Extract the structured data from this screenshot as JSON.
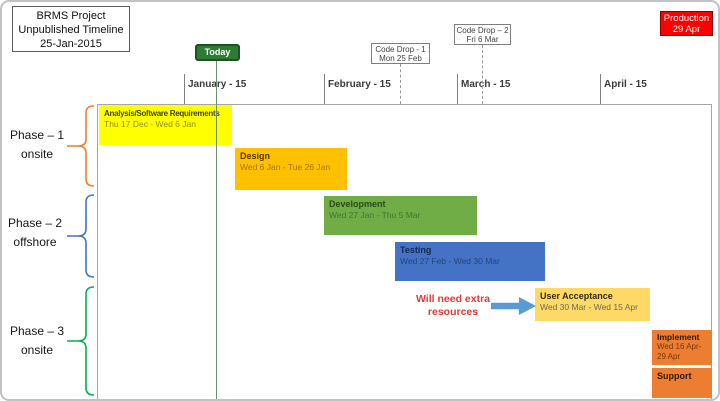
{
  "title_box": {
    "lines": [
      "BRMS Project",
      "Unpublished Timeline",
      "25-Jan-2015"
    ]
  },
  "production_flag": {
    "label": "Production",
    "date": "29 Apr",
    "color": "#FF0000"
  },
  "today_marker": {
    "label": "Today",
    "color": "#2E7B34"
  },
  "code_drops": [
    {
      "label": "Code Drop - 1",
      "date": "Mon 25 Feb"
    },
    {
      "label": "Code Drop – 2",
      "date": "Fri 6 Mar"
    }
  ],
  "axis": {
    "months": [
      "January - 15",
      "February - 15",
      "March - 15",
      "April - 15"
    ]
  },
  "phases": [
    {
      "name": "Phase – 1",
      "location": "onsite",
      "color": "#ED7D31"
    },
    {
      "name": "Phase – 2",
      "location": "offshore",
      "color": "#4472C4"
    },
    {
      "name": "Phase – 3",
      "location": "onsite",
      "color": "#00B050"
    }
  ],
  "tasks": [
    {
      "name": "Analysis/Software Requirements",
      "dates": "Thu 17 Dec - Wed 6 Jan",
      "color": "#FFFF00"
    },
    {
      "name": "Design",
      "dates": "Wed 6 Jan - Tue 26 Jan",
      "color": "#FFC000"
    },
    {
      "name": "Development",
      "dates": "Wed 27 Jan - Thu 5 Mar",
      "color": "#70AD47"
    },
    {
      "name": "Testing",
      "dates": "Wed 27 Feb - Wed 30 Mar",
      "color": "#4472C4"
    },
    {
      "name": "User Acceptance",
      "dates": "Wed 30 Mar - Wed 15 Apr",
      "color": "#FFD966"
    },
    {
      "name": "Implement",
      "dates_line1": "Wed 16 Apr-",
      "dates_line2": "29 Apr",
      "color": "#ED7D31"
    },
    {
      "name": "Support",
      "color": "#ED7D31"
    }
  ],
  "annotation": {
    "line1": "Will need extra",
    "line2": "resources",
    "text_color": "#E03A3A",
    "arrow_color": "#5B9BD5"
  }
}
